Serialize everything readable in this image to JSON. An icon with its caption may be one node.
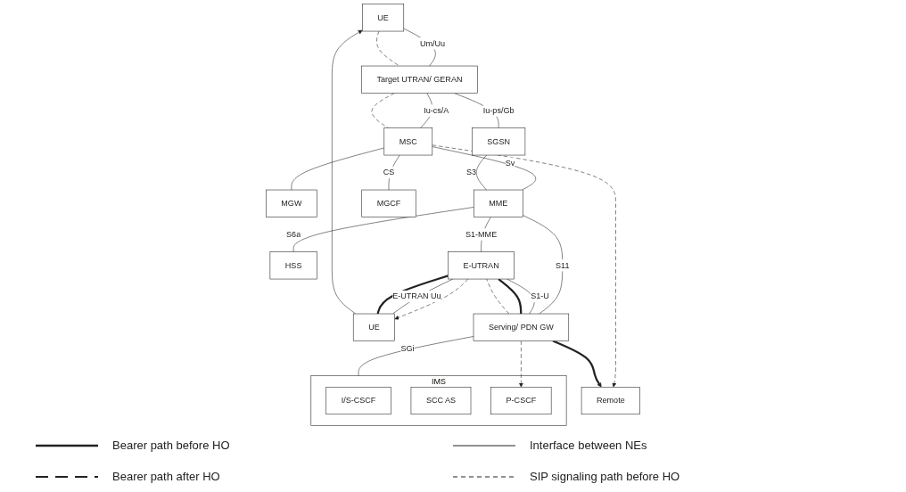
{
  "diagram": {
    "nodes": [
      {
        "text": [
          "UE"
        ]
      },
      {
        "text": [
          "Target UTRAN/ GERAN"
        ]
      },
      {
        "text": [
          "MSC"
        ]
      },
      {
        "text": [
          "SGSN"
        ]
      },
      {
        "text": [
          "MGW"
        ]
      },
      {
        "text": [
          "MME"
        ]
      },
      {
        "text": [
          "HSS"
        ]
      },
      {
        "text": [
          "IMS"
        ]
      },
      {
        "text": [
          "MGCF"
        ]
      },
      {
        "text": [
          "I/S-CSCF"
        ],
        "in": 7
      },
      {
        "text": [
          "SCC AS"
        ],
        "in": 7
      },
      {
        "text": [
          "Remote"
        ]
      },
      {
        "text": [
          "P-CSCF"
        ],
        "in": 7
      },
      {
        "text": [
          "UE"
        ]
      },
      {
        "text": [
          "E-UTRAN"
        ]
      },
      {
        "text": [
          "Serving/ PDN GW"
        ]
      }
    ],
    "edges": [
      {
        "from": 0,
        "to": 1,
        "arrow": "none",
        "label": "Um/Uu"
      },
      {
        "from": 1,
        "to": 2,
        "arrow": "none",
        "label": "Iu-cs/A"
      },
      {
        "from": 1,
        "to": 3,
        "arrow": "none",
        "label": "Iu-ps/Gb"
      },
      {
        "from": 2,
        "to": 8,
        "arrow": "none",
        "label": "CS"
      },
      {
        "from": 2,
        "to": 5,
        "arrow": "none",
        "label": "Sv"
      },
      {
        "from": 2,
        "to": 4,
        "arrow": "none"
      },
      {
        "from": 3,
        "to": 5,
        "arrow": "none",
        "label": "S3"
      },
      {
        "from": 5,
        "to": 6,
        "arrow": "none",
        "label": "S6a"
      },
      {
        "from": 5,
        "to": 14,
        "arrow": "none",
        "label": "S1-MME"
      },
      {
        "from": 5,
        "to": 15,
        "arrow": "none",
        "label": "S11"
      },
      {
        "from": 13,
        "to": 14,
        "arrow": "none",
        "label": "E-UTRAN Uu"
      },
      {
        "from": 14,
        "to": 15,
        "arrow": "none",
        "label": "S1-U"
      },
      {
        "from": 15,
        "to": 7,
        "arrow": "none",
        "label": "SGi"
      },
      {
        "from": 0,
        "to": 1,
        "arrow": "none",
        "style": "dashed"
      },
      {
        "from": 1,
        "to": 2,
        "arrow": "none",
        "style": "dashed"
      },
      {
        "from": 2,
        "to": 11,
        "arrow": "to",
        "style": "dashed"
      },
      {
        "from": 13,
        "to": 14,
        "arrow": "none",
        "style": "thick"
      },
      {
        "from": 14,
        "to": 15,
        "arrow": "none",
        "style": "thick"
      },
      {
        "from": 15,
        "to": 11,
        "arrow": "to",
        "style": "thick"
      },
      {
        "from": 14,
        "to": 13,
        "arrow": "to",
        "style": "dashed"
      },
      {
        "from": 15,
        "to": 14,
        "arrow": "none",
        "style": "dashed"
      },
      {
        "from": 15,
        "to": 12,
        "arrow": "to",
        "style": "dashed"
      },
      {
        "from": 13,
        "to": 0,
        "arrow": "to"
      }
    ],
    "legend": [
      {
        "text": "Bearer path before HO"
      },
      {
        "text": "Interface between NEs"
      },
      {
        "text": "Bearer path after HO"
      },
      {
        "text": "SIP signaling path before HO"
      }
    ]
  }
}
